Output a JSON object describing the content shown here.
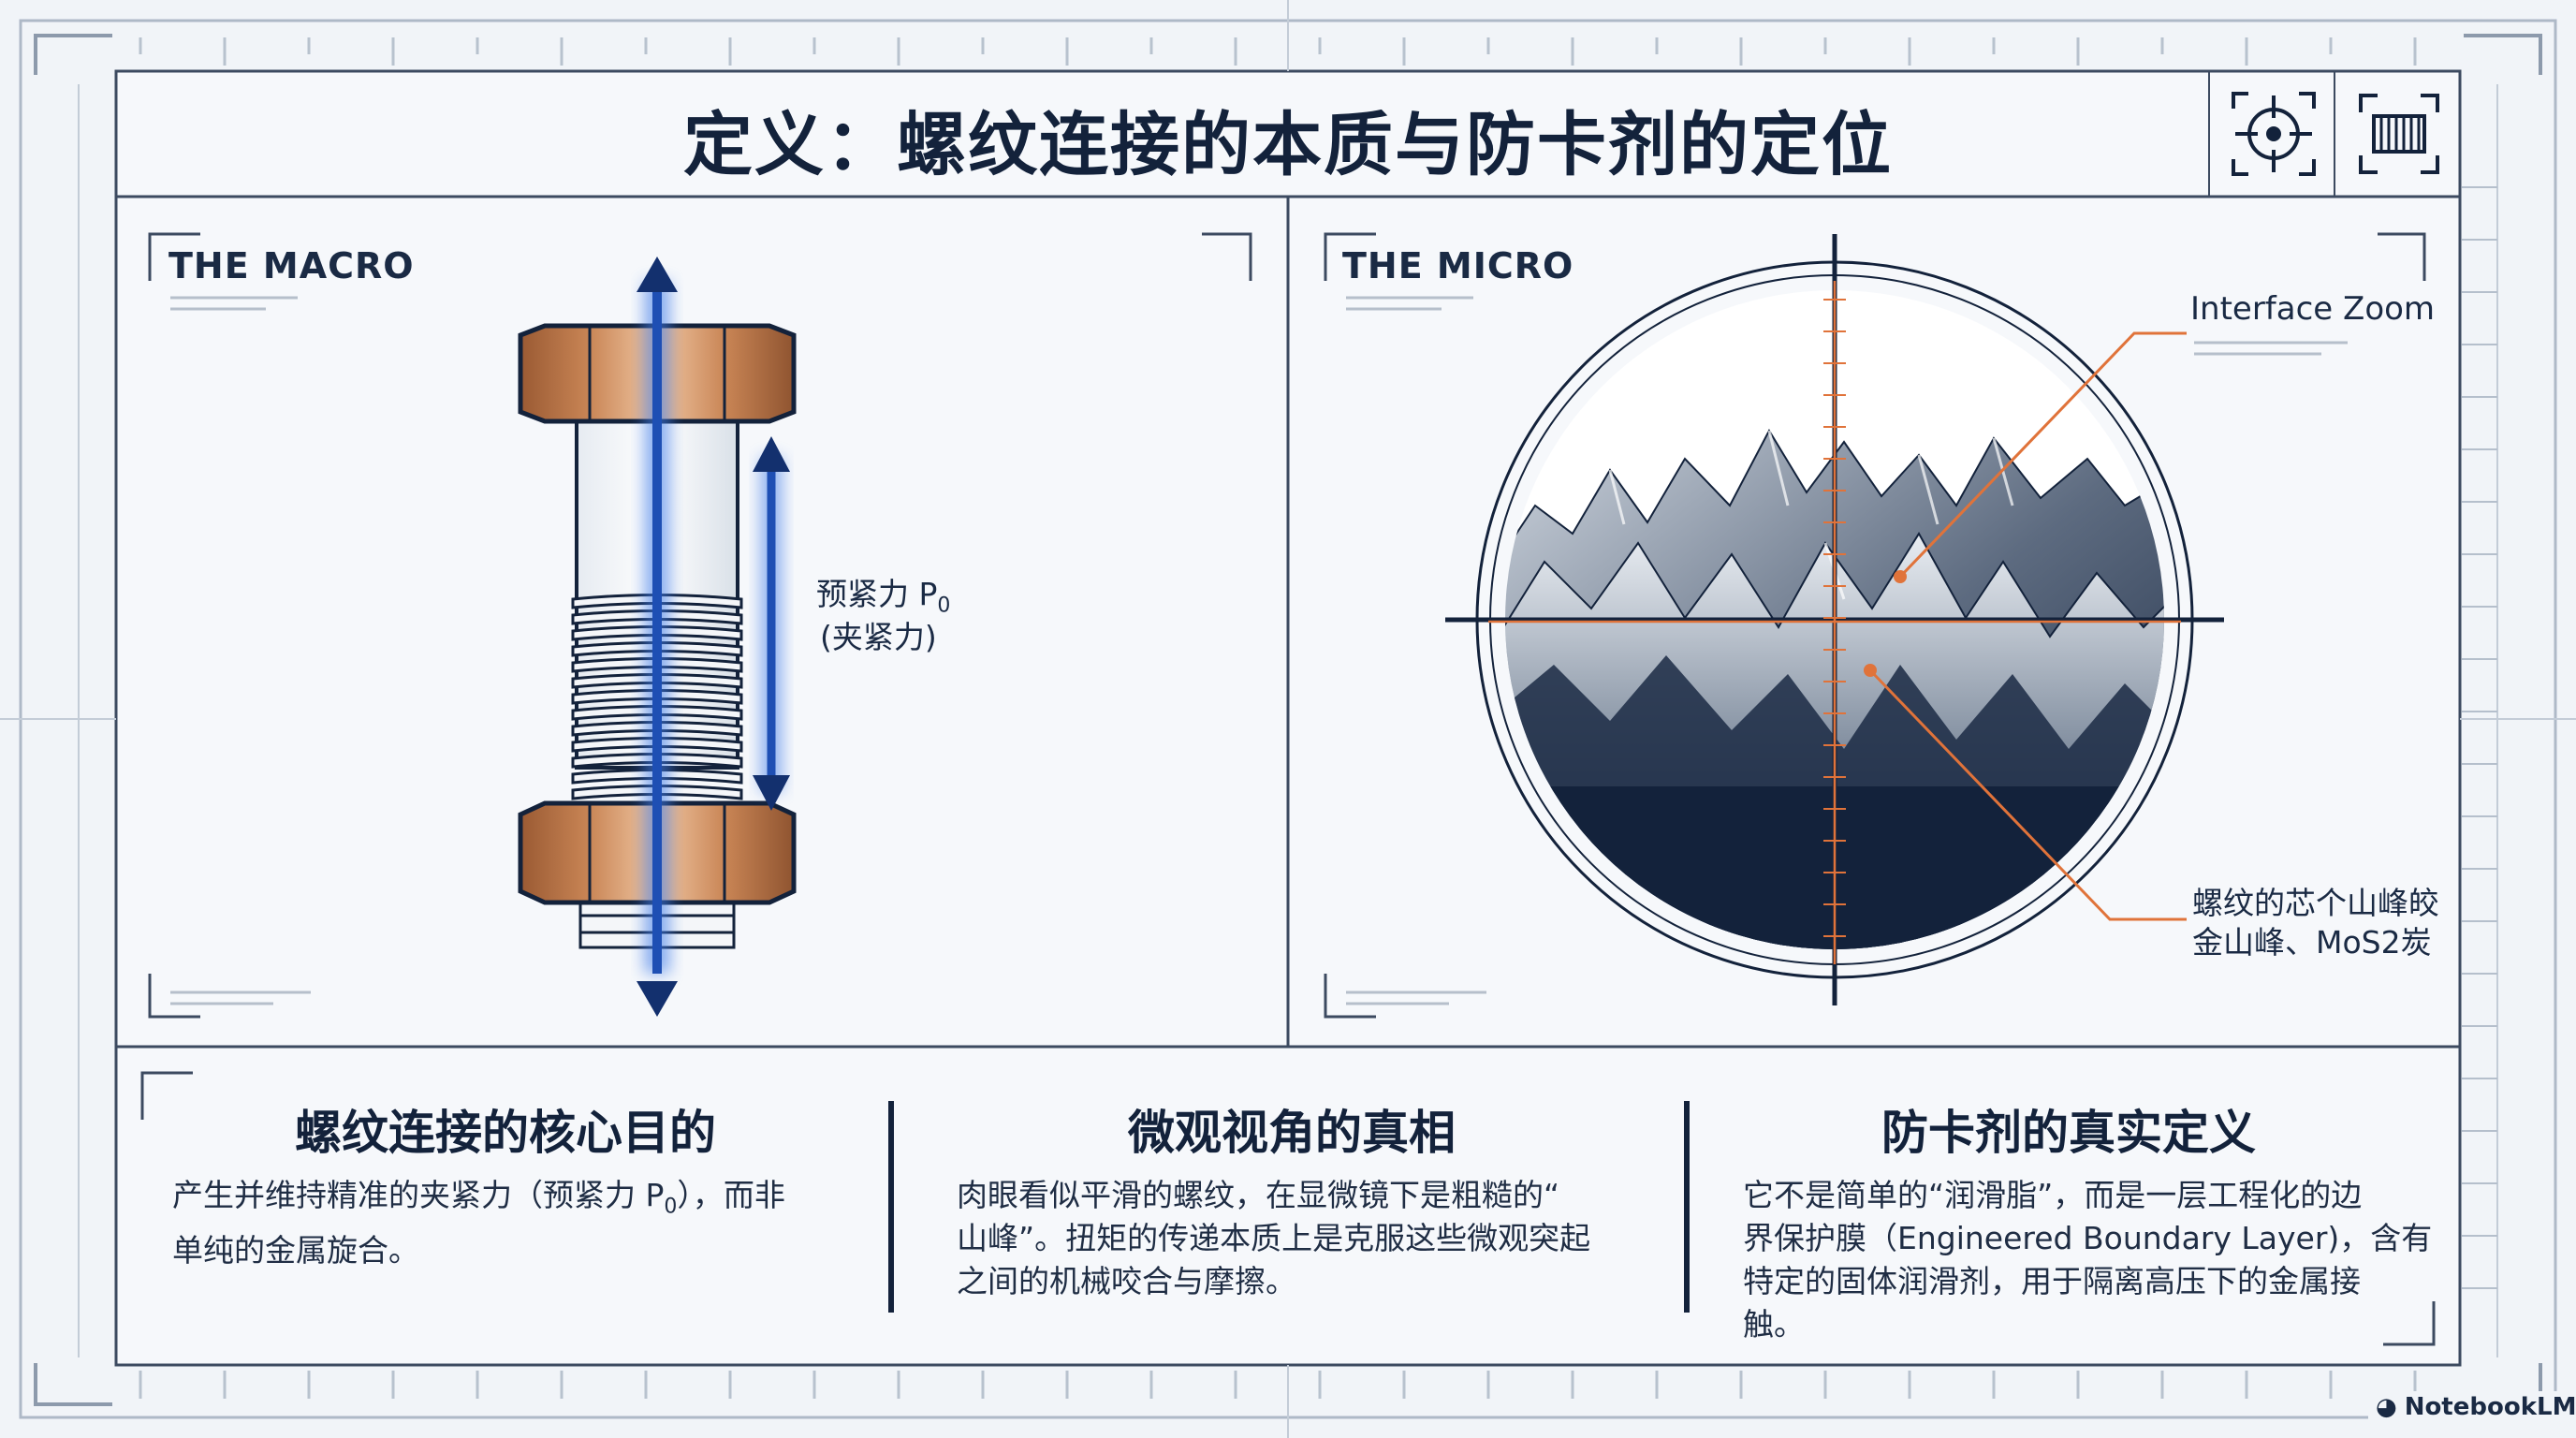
{
  "title": "定义：螺纹连接的本质与防卡剂的定位",
  "icons": [
    "crosshair-icon",
    "thread-zoom-icon"
  ],
  "colors": {
    "navy": "#13223b",
    "blue_arrow": "#1e4fb4",
    "copper": "#c07a4a",
    "orange_line": "#e0733a",
    "frame_line": "#a9b5c4"
  },
  "macro": {
    "label": "THE MACRO",
    "force_label": "预紧力 P",
    "force_subscript": "0",
    "force_note": "(夹紧力)"
  },
  "micro": {
    "label": "THE MICRO",
    "zoom_label": "Interface Zoom",
    "callout_line1": "螺纹的芯个山峰皎",
    "callout_line2": "金山峰、MoS2炭"
  },
  "sections": [
    {
      "heading": "螺纹连接的核心目的",
      "line1_pre": "产生并维持精准的夹紧力（预紧力 P",
      "line1_sub": "0",
      "line1_post": "），而非",
      "line2": "单纯的金属旋合。"
    },
    {
      "heading": "微观视角的真相",
      "line1": "肉眼看似平滑的螺纹，在显微镜下是粗糙的“",
      "line2": "山峰”。扭矩的传递本质上是克服这些微观突起",
      "line3": "之间的机械咬合与摩擦。"
    },
    {
      "heading": "防卡剂的真实定义",
      "line1": "它不是简单的“润滑脂”，而是一层工程化的边",
      "line2": "界保护膜（Engineered Boundary Layer)，含有",
      "line3": "特定的固体润滑剂，用于隔离高压下的金属接",
      "line4": "触。"
    }
  ],
  "brand": "NotebookLM"
}
